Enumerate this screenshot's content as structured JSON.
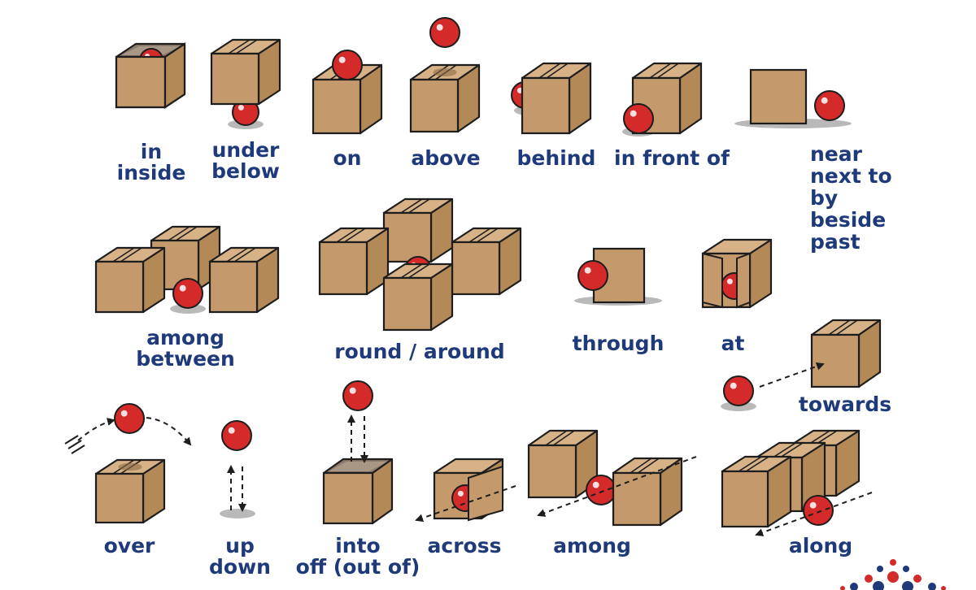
{
  "colors": {
    "box_front": "#c49a6c",
    "box_top": "#d7b287",
    "box_side": "#b48958",
    "box_stroke": "#1d1d1d",
    "ball": "#d42a2a",
    "ball_highlight": "#ffffff",
    "shadow": "#b9b9b9",
    "label": "#1f3a7a",
    "logo_red": "#d42a2a",
    "logo_blue": "#1f3a7a"
  },
  "labels": {
    "in": [
      "in",
      "inside"
    ],
    "under": [
      "under",
      "below"
    ],
    "on": [
      "on"
    ],
    "above": [
      "above"
    ],
    "behind": [
      "behind"
    ],
    "in_front_of": [
      "in front of"
    ],
    "near": [
      "near",
      "next to",
      "by",
      "beside",
      "past"
    ],
    "among_between": [
      "among",
      "between"
    ],
    "round_around": [
      "round / around"
    ],
    "through": [
      "through"
    ],
    "at": [
      "at"
    ],
    "towards": [
      "towards"
    ],
    "over": [
      "over"
    ],
    "up_down": [
      "up",
      "down"
    ],
    "into_off": [
      "into",
      "off (out of)"
    ],
    "across": [
      "across"
    ],
    "among": [
      "among"
    ],
    "along": [
      "along"
    ]
  }
}
